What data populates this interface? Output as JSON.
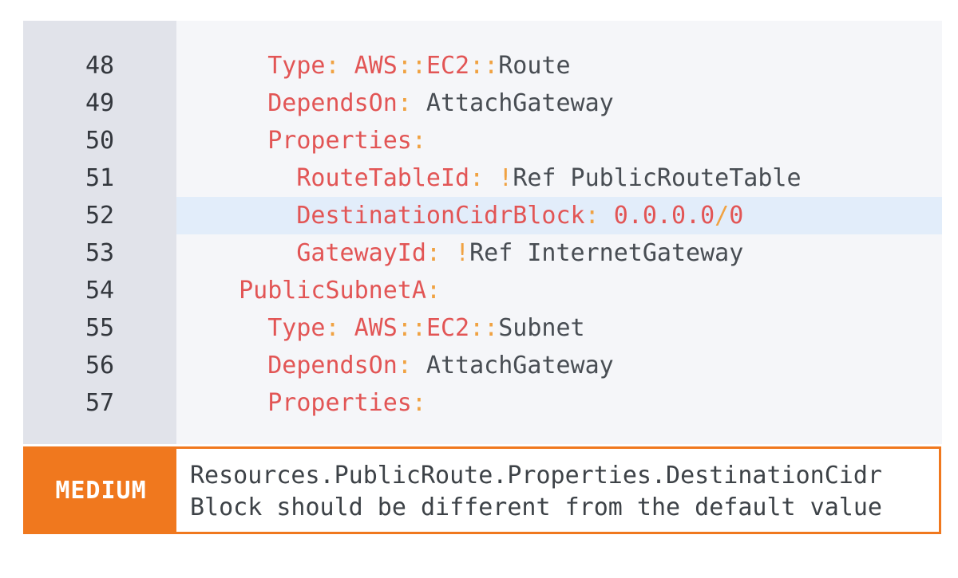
{
  "colors": {
    "gutter_bg": "#e1e3ea",
    "code_bg": "#f5f6f9",
    "highlight_bg": "#e2edfa",
    "number_color": "#33373d",
    "key_color": "#e25555",
    "punct_color": "#f0a242",
    "plain_color": "#484d53",
    "value_color": "#e25555",
    "severity_color": "#f0781e",
    "message_color": "#3d4247"
  },
  "code_block": {
    "language": "yaml",
    "first_line_number": 48,
    "highlighted_line_number": 52,
    "lines": [
      {
        "number": "48",
        "highlighted": false,
        "text": "    Type: AWS::EC2::Route",
        "tokens": [
          [
            "plain",
            "    "
          ],
          [
            "key",
            "Type"
          ],
          [
            "punct",
            ":"
          ],
          [
            "plain",
            " "
          ],
          [
            "key",
            "AWS"
          ],
          [
            "punct",
            "::"
          ],
          [
            "key",
            "EC2"
          ],
          [
            "punct",
            "::"
          ],
          [
            "plain",
            "Route"
          ]
        ]
      },
      {
        "number": "49",
        "highlighted": false,
        "text": "    DependsOn: AttachGateway",
        "tokens": [
          [
            "plain",
            "    "
          ],
          [
            "key",
            "DependsOn"
          ],
          [
            "punct",
            ":"
          ],
          [
            "plain",
            " AttachGateway"
          ]
        ]
      },
      {
        "number": "50",
        "highlighted": false,
        "text": "    Properties:",
        "tokens": [
          [
            "plain",
            "    "
          ],
          [
            "key",
            "Properties"
          ],
          [
            "punct",
            ":"
          ]
        ]
      },
      {
        "number": "51",
        "highlighted": false,
        "text": "      RouteTableId: !Ref PublicRouteTable",
        "tokens": [
          [
            "plain",
            "      "
          ],
          [
            "key",
            "RouteTableId"
          ],
          [
            "punct",
            ":"
          ],
          [
            "plain",
            " "
          ],
          [
            "punct",
            "!"
          ],
          [
            "plain",
            "Ref PublicRouteTable"
          ]
        ]
      },
      {
        "number": "52",
        "highlighted": true,
        "text": "      DestinationCidrBlock: 0.0.0.0/0",
        "tokens": [
          [
            "plain",
            "      "
          ],
          [
            "key",
            "DestinationCidrBlock"
          ],
          [
            "punct",
            ":"
          ],
          [
            "plain",
            " "
          ],
          [
            "val",
            "0.0.0.0"
          ],
          [
            "punct",
            "/"
          ],
          [
            "val",
            "0"
          ]
        ]
      },
      {
        "number": "53",
        "highlighted": false,
        "text": "      GatewayId: !Ref InternetGateway",
        "tokens": [
          [
            "plain",
            "      "
          ],
          [
            "key",
            "GatewayId"
          ],
          [
            "punct",
            ":"
          ],
          [
            "plain",
            " "
          ],
          [
            "punct",
            "!"
          ],
          [
            "plain",
            "Ref InternetGateway"
          ]
        ]
      },
      {
        "number": "54",
        "highlighted": false,
        "text": "  PublicSubnetA:",
        "tokens": [
          [
            "plain",
            "  "
          ],
          [
            "key",
            "PublicSubnetA"
          ],
          [
            "punct",
            ":"
          ]
        ]
      },
      {
        "number": "55",
        "highlighted": false,
        "text": "    Type: AWS::EC2::Subnet",
        "tokens": [
          [
            "plain",
            "    "
          ],
          [
            "key",
            "Type"
          ],
          [
            "punct",
            ":"
          ],
          [
            "plain",
            " "
          ],
          [
            "key",
            "AWS"
          ],
          [
            "punct",
            "::"
          ],
          [
            "key",
            "EC2"
          ],
          [
            "punct",
            "::"
          ],
          [
            "plain",
            "Subnet"
          ]
        ]
      },
      {
        "number": "56",
        "highlighted": false,
        "text": "    DependsOn: AttachGateway",
        "tokens": [
          [
            "plain",
            "    "
          ],
          [
            "key",
            "DependsOn"
          ],
          [
            "punct",
            ":"
          ],
          [
            "plain",
            " AttachGateway"
          ]
        ]
      },
      {
        "number": "57",
        "highlighted": false,
        "text": "    Properties:",
        "tokens": [
          [
            "plain",
            "    "
          ],
          [
            "key",
            "Properties"
          ],
          [
            "punct",
            ":"
          ]
        ]
      }
    ]
  },
  "finding": {
    "severity": "MEDIUM",
    "message": "Resources.PublicRoute.Properties.DestinationCidrBlock should be different from the default value"
  }
}
